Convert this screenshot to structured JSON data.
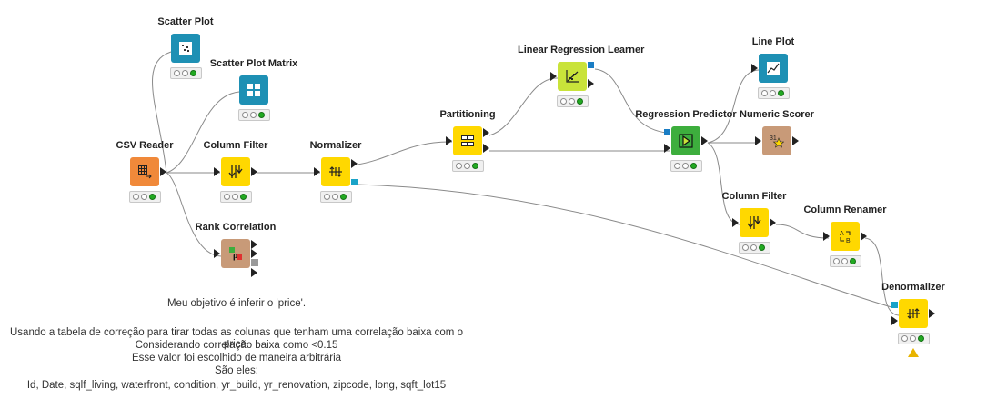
{
  "colors": {
    "reader": "#f0893a",
    "manipulator": "#ffd800",
    "viewer": "#1e90b4",
    "other": "#c89a78",
    "learner": "#c9e33a",
    "predictor": "#3dae3d",
    "flow_port": "#1a7dc4",
    "model_port": "#1aa3c8"
  },
  "nodes": {
    "scatter_plot": {
      "title": "Scatter Plot",
      "icon": "scatter-plot-icon"
    },
    "scatter_plot_matrix": {
      "title": "Scatter Plot Matrix",
      "icon": "scatter-matrix-icon"
    },
    "csv_reader": {
      "title": "CSV Reader",
      "icon": "csv-reader-icon"
    },
    "column_filter_1": {
      "title": "Column Filter",
      "icon": "column-filter-icon"
    },
    "normalizer": {
      "title": "Normalizer",
      "icon": "normalizer-icon"
    },
    "rank_correlation": {
      "title": "Rank Correlation",
      "icon": "rank-correlation-icon"
    },
    "partitioning": {
      "title": "Partitioning",
      "icon": "partitioning-icon"
    },
    "linear_regression_learner": {
      "title": "Linear Regression Learner",
      "icon": "regression-learner-icon"
    },
    "regression_predictor": {
      "title": "Regression Predictor",
      "icon": "predictor-icon"
    },
    "line_plot": {
      "title": "Line Plot",
      "icon": "line-plot-icon"
    },
    "numeric_scorer": {
      "title": "Numeric Scorer",
      "icon": "scorer-icon"
    },
    "column_filter_2": {
      "title": "Column Filter",
      "icon": "column-filter-icon"
    },
    "column_renamer": {
      "title": "Column Renamer",
      "icon": "column-renamer-icon"
    },
    "denormalizer": {
      "title": "Denormalizer",
      "icon": "denormalizer-icon"
    }
  },
  "annotation": {
    "line1": "Meu objetivo é inferir o 'price'.",
    "line2": "Usando a tabela de correção para tirar todas as colunas que tenham uma correlação baixa com o price.",
    "line3": "Considerando correlação baixa como <0.15",
    "line4": "Esse valor foi escolhido de maneira arbitrária",
    "line5": "São eles:",
    "line6": "Id, Date, sqlf_living, waterfront, condition, yr_build, yr_renovation, zipcode, long, sqft_lot15"
  }
}
